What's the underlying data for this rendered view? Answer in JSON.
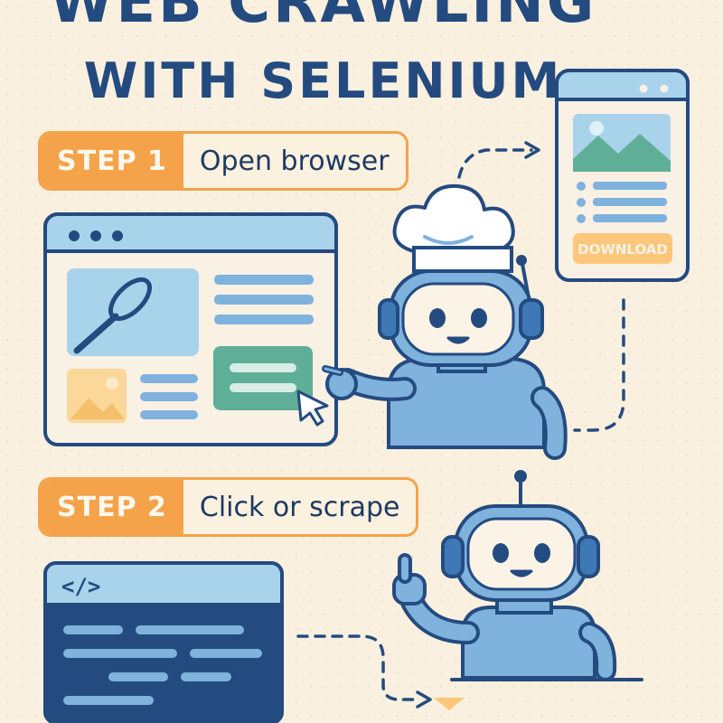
{
  "title": {
    "line1": "WEB CRAWLING",
    "line2": "WITH SELENIUM"
  },
  "steps": [
    {
      "tag": "STEP 1",
      "text": "Open browser"
    },
    {
      "tag": "STEP 2",
      "text": "Click or scrape"
    }
  ],
  "phone": {
    "button_label": "DOWNLOAD"
  },
  "code_window": {
    "icon_text": "</>"
  },
  "colors": {
    "background": "#faf0df",
    "navy": "#244b80",
    "orange": "#f4a34b",
    "light_blue": "#a9d3ea",
    "robot_blue": "#7fb2dd",
    "green": "#5fae98"
  }
}
